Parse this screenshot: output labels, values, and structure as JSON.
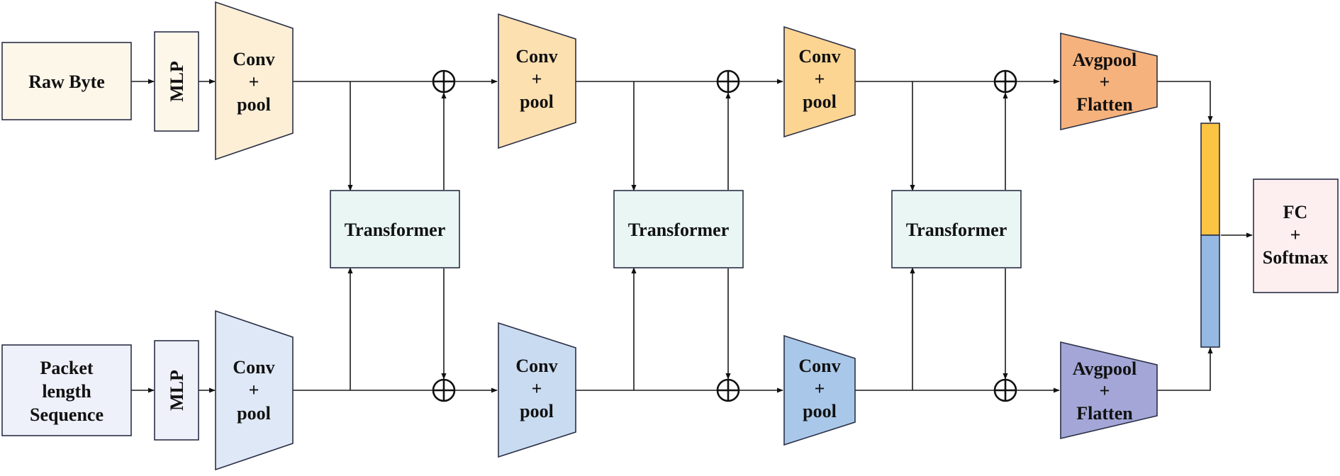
{
  "nodes": {
    "raw_byte": "Raw Byte",
    "packet_seq": [
      "Packet",
      "length",
      "Sequence"
    ],
    "mlp_top": "MLP",
    "mlp_bottom": "MLP",
    "conv_pool": [
      "Conv",
      "+",
      "pool"
    ],
    "transformer": "Transformer",
    "avgpool_flatten": [
      "Avgpool",
      "+",
      "Flatten"
    ],
    "fc_softmax": [
      "FC",
      "+",
      "Softmax"
    ]
  },
  "colors": {
    "raw_byte_fill": "#fdf7ea",
    "packet_fill": "#eef0fa",
    "mlp_top_fill": "#fdf7ea",
    "mlp_bottom_fill": "#eef0fa",
    "conv_top": [
      "#fcefd6",
      "#fde0b0",
      "#fdd593"
    ],
    "conv_bottom": [
      "#dfe8f6",
      "#c9dbf1",
      "#a9c8e9"
    ],
    "transformer_fill": "#e9f6f3",
    "avgpool_top_fill": "#f6b27c",
    "avgpool_bottom_fill": "#a3a6d6",
    "concat_top": "#fbc443",
    "concat_bottom": "#95b9e2",
    "fc_fill": "#fdeff0"
  }
}
